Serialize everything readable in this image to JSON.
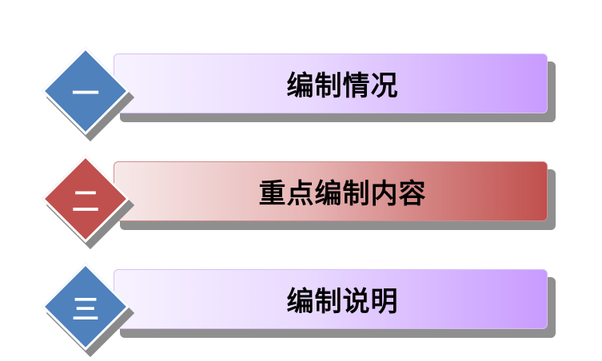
{
  "items": [
    {
      "numeral": "一",
      "label": "编制情况"
    },
    {
      "numeral": "二",
      "label": "重点编制内容"
    },
    {
      "numeral": "三",
      "label": "编制说明"
    }
  ],
  "colors": {
    "blue_diamond": "#4f81bd",
    "red_diamond": "#c0504d",
    "violet_bar_end": "#c89bff",
    "red_bar_end": "#c0504d",
    "shadow": "#8f8f8f"
  }
}
